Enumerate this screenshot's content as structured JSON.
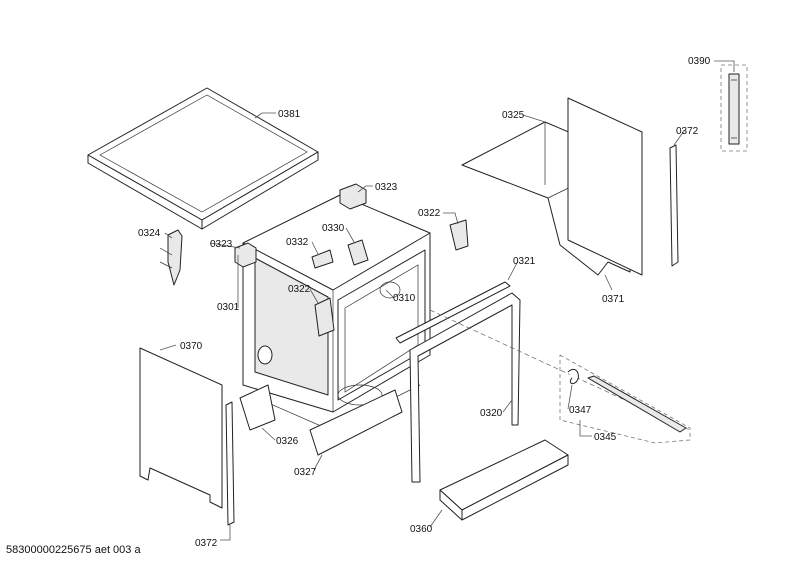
{
  "callouts": {
    "c0381": "0381",
    "c0323a": "0323",
    "c0323b": "0323",
    "c0324": "0324",
    "c0301": "0301",
    "c0332": "0332",
    "c0330": "0330",
    "c0322a": "0322",
    "c0322b": "0322",
    "c0310": "0310",
    "c0321": "0321",
    "c0325": "0325",
    "c0371": "0371",
    "c0372a": "0372",
    "c0372b": "0372",
    "c0390": "0390",
    "c0370": "0370",
    "c0326": "0326",
    "c0327": "0327",
    "c0320": "0320",
    "c0347": "0347",
    "c0345": "0345",
    "c0360": "0360"
  },
  "footer": {
    "code": "58300000225675 aet 003 a"
  }
}
